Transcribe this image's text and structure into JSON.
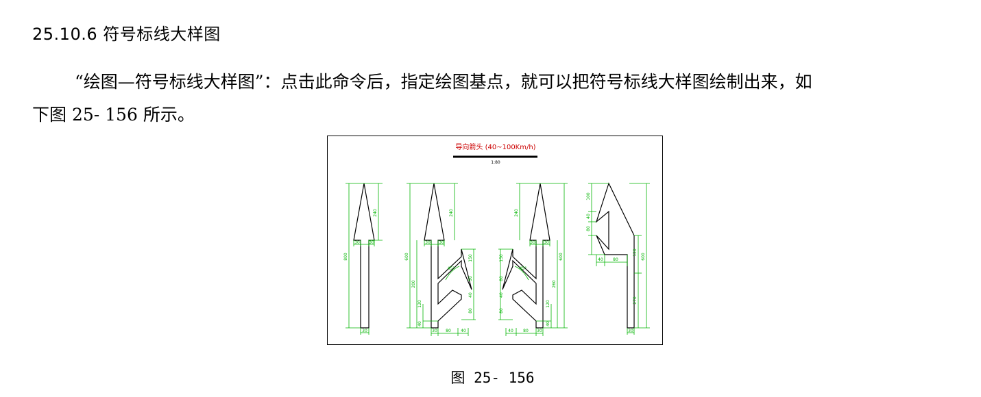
{
  "section": {
    "heading": "25.10.6 符号标线大样图"
  },
  "paragraph": {
    "line1": "“绘图—符号标线大样图”：点击此命令后，指定绘图基点，就可以把符号标线大样图绘制出来，如",
    "line2": "下图 25- 156 所示。"
  },
  "figure": {
    "title": "导向箭头 (40~100Km/h)",
    "scale": "1:80",
    "colors": {
      "outline": "#000000",
      "dimension": "#00b400",
      "title": "#cc0000"
    },
    "arrows": [
      {
        "type": "straight-arrow",
        "dims": [
          "800",
          "240",
          "30",
          "30",
          "30"
        ]
      },
      {
        "type": "straight-right-arrow",
        "dims": [
          "600",
          "240",
          "30",
          "30",
          "200",
          "120",
          "40",
          "30",
          "80",
          "40",
          "45°",
          "150",
          "50",
          "40",
          "80"
        ]
      },
      {
        "type": "straight-left-arrow",
        "dims": [
          "600",
          "240",
          "30",
          "30",
          "260",
          "120",
          "40",
          "40",
          "80",
          "30",
          "45°",
          "150",
          "80",
          "40",
          "80"
        ]
      },
      {
        "type": "turn-arrow",
        "dims": [
          "100",
          "40",
          "80",
          "40",
          "80",
          "120",
          "270",
          "600",
          "30"
        ]
      }
    ]
  },
  "caption": "图 25- 156"
}
